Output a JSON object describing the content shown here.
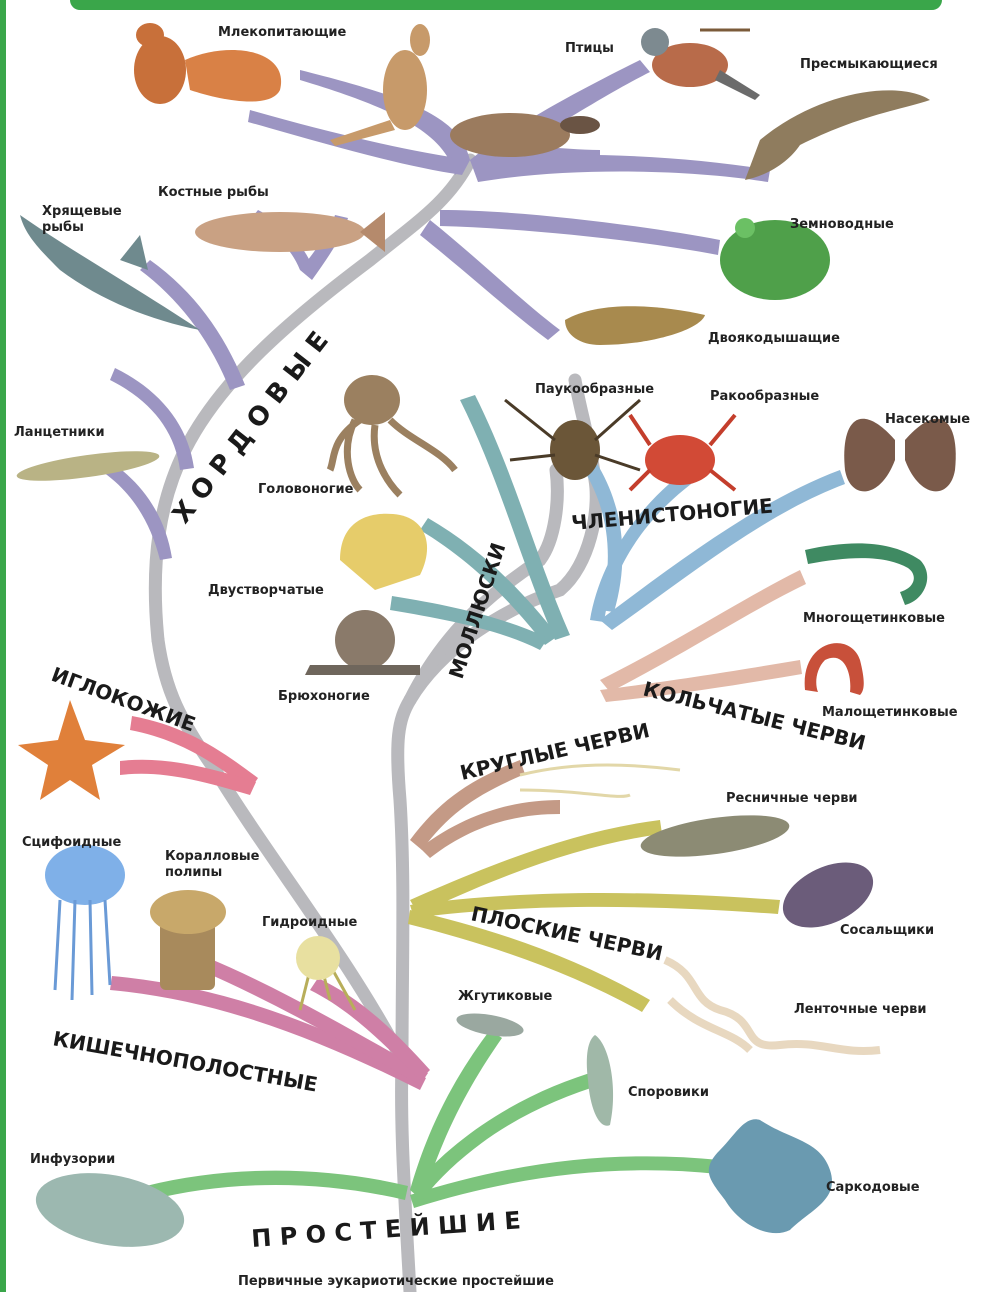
{
  "phyla": {
    "chordates": "Х О Р Д О В Ы Е",
    "mollusks": "МОЛЛЮСКИ",
    "arthropods": "ЧЛЕНИСТОНОГИЕ",
    "annelids": "КОЛЬЧАТЫЕ ЧЕРВИ",
    "roundworms": "КРУГЛЫЕ ЧЕРВИ",
    "flatworms": "ПЛОСКИЕ ЧЕРВИ",
    "echinoderms": "ИГЛОКОЖИЕ",
    "cnidarians": "КИШЕЧНОПОЛОСТНЫЕ",
    "protozoa": "П Р О С Т Е Й Ш И Е"
  },
  "groups": {
    "mammals": "Млекопитающие",
    "birds": "Птицы",
    "reptiles": "Пресмыкающиеся",
    "cartilaginous_fish_1": "Хрящевые",
    "cartilaginous_fish_2": "рыбы",
    "bony_fish": "Костные рыбы",
    "amphibians": "Земноводные",
    "lungfish": "Двоякодышащие",
    "lancelets": "Ланцетники",
    "cephalopods": "Головоногие",
    "bivalves": "Двустворчатые",
    "gastropods": "Брюхоногие",
    "arachnids": "Паукообразные",
    "crustaceans": "Ракообразные",
    "insects": "Насекомые",
    "polychaetes": "Многощетинковые",
    "oligochaetes": "Малощетинковые",
    "turbellarians": "Ресничные черви",
    "flukes": "Сосальщики",
    "tapeworms": "Ленточные черви",
    "scyphozoa": "Сцифоидные",
    "corals_1": "Коралловые",
    "corals_2": "полипы",
    "hydrozoa": "Гидроидные",
    "flagellates": "Жгутиковые",
    "sporozoa": "Споровики",
    "ciliates": "Инфузории",
    "sarcodina": "Саркодовые",
    "root": "Первичные эукариотические простейшие"
  },
  "colors": {
    "chordates": "#9c95c2",
    "mollusks": "#7fb0b2",
    "arthropods": "#8fb8d6",
    "annelids": "#e2b9a8",
    "roundworms": "#c49a86",
    "flatworms": "#c9c25e",
    "echinoderms": "#e57d92",
    "cnidarians": "#cf7fa6",
    "protozoa": "#7cc47c",
    "trunk": "#b9b9bd",
    "frame": "#3aa64a"
  }
}
